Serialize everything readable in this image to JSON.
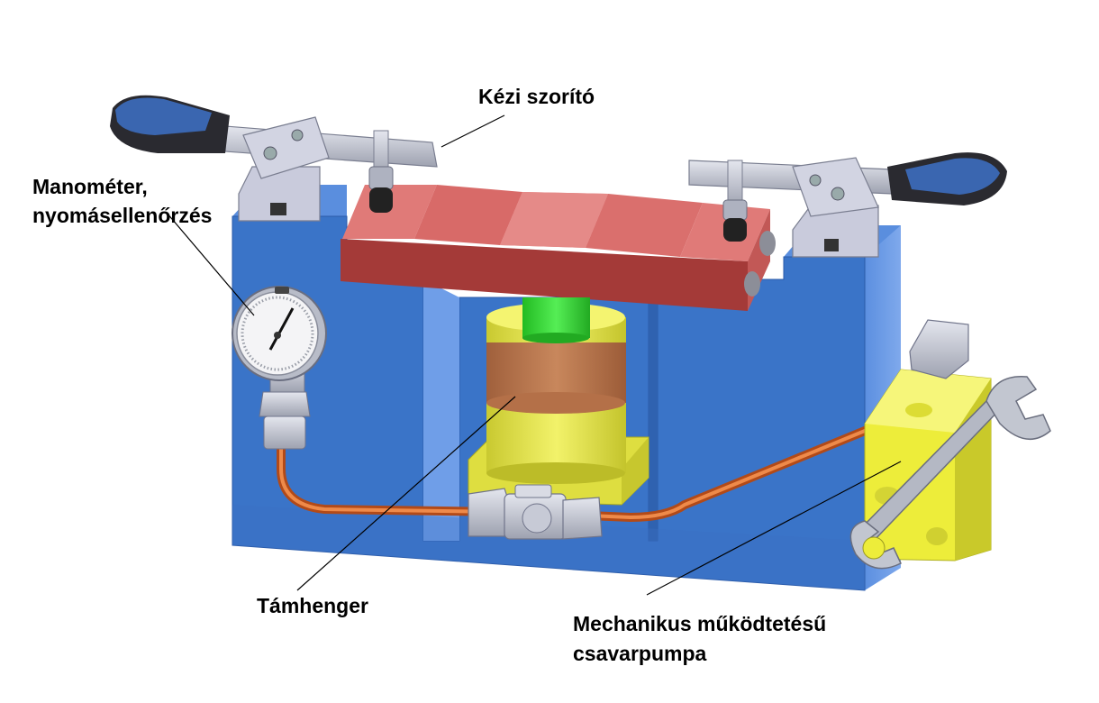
{
  "labels": {
    "clamp": "Kézi szorító",
    "gauge_line1": "Manométer,",
    "gauge_line2": "nyomásellenőrzés",
    "cylinder": "Támhenger",
    "pump_line1": "Mechanikus működtetésű",
    "pump_line2": "csavarpumpa"
  },
  "colors": {
    "frame_blue": "#3a74c8",
    "clamp_bar_red": "#c8504e",
    "cylinder_yellow": "#e8e84a",
    "cylinder_band": "#b87a52",
    "piston_green": "#33dd33",
    "pump_yellow": "#eded3a",
    "pipe_copper": "#d86a2c",
    "steel": "#c8ccd8",
    "handle_blue": "#3a66b0"
  },
  "icons": [
    "toggle-clamp-icon",
    "pressure-gauge-icon",
    "wrench-icon"
  ]
}
